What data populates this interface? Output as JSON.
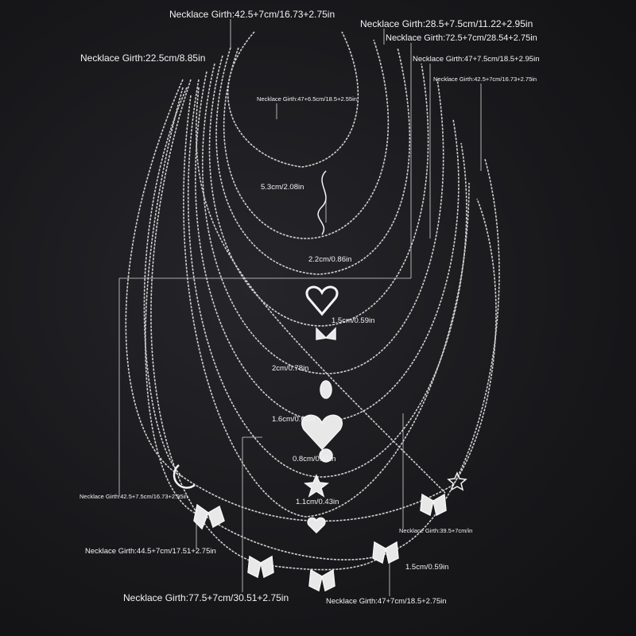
{
  "girth_labels": [
    "Necklace Girth:42.5+7cm/16.73+2.75in",
    "Necklace Girth:28.5+7.5cm/11.22+2.95in",
    "Necklace Girth:72.5+7cm/28.54+2.75in",
    "Necklace Girth:22.5cm/8.85in",
    "Necklace Girth:47+7.5cm/18.5+2.95in",
    "Necklace Girth:42.5+7cm/16.73+2.75in",
    "Necklace Girth:47+6.5cm/18.5+2.55in",
    "Necklace Girth:42.5+7.5cm/16.73+2.95in",
    "Necklace Girth:39.5+7cm/in",
    "Necklace Girth:44.5+7cm/17.51+2.75in",
    "Necklace Girth:77.5+7cm/30.51+2.75in",
    "Necklace Girth:47+7cm/18.5+2.75in"
  ],
  "pendant_labels": [
    "5.3cm/2.08in",
    "2.2cm/0.86in",
    "1.5cm/0.59in",
    "2cm/0.78in",
    "1.6cm/0.62in",
    "0.8cm/0.31in",
    "1.1cm/0.43in",
    "1.5cm/0.59in"
  ]
}
